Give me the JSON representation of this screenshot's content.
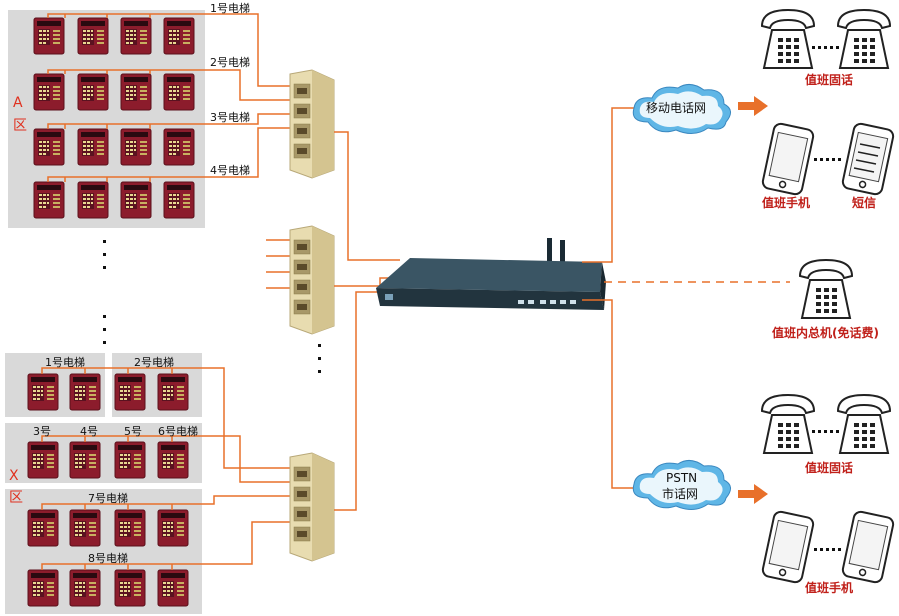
{
  "zones": {
    "a": "A",
    "a2": "区",
    "x": "X",
    "x2": "区"
  },
  "elevators_a": [
    "1号电梯",
    "2号电梯",
    "3号电梯",
    "4号电梯"
  ],
  "elevators_x": [
    "1号电梯",
    "2号电梯",
    "3号",
    "4号",
    "5号",
    "6号电梯",
    "7号电梯",
    "8号电梯"
  ],
  "networks": {
    "mobile": "移动电话网",
    "pstn_line1": "PSTN",
    "pstn_line2": "市话网"
  },
  "devices": {
    "duty_landline_top": "值班固话",
    "duty_mobile": "值班手机",
    "sms": "短信",
    "duty_internal": "值班内总机(免话费)",
    "duty_landline_bottom": "值班固话",
    "duty_mobile_bottom": "值班手机"
  },
  "colors": {
    "line": "#e8702a",
    "panel_bg": "#d9d9d9",
    "phone_red": "#8c1c2c",
    "label_red": "#c0201a"
  }
}
